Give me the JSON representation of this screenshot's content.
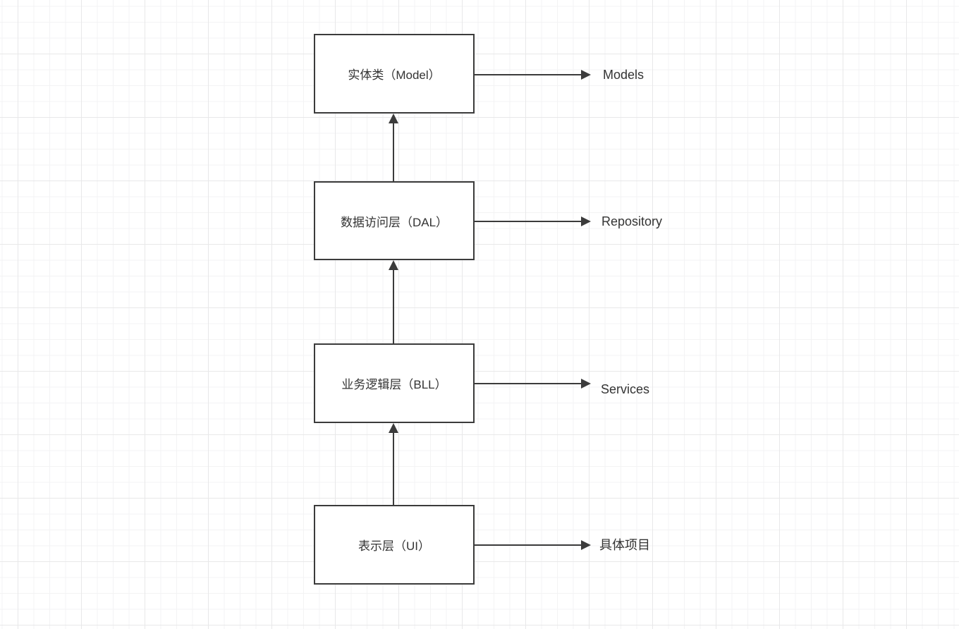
{
  "canvas": {
    "background": "#ffffff",
    "grid_minor_color": "#f3f3f4",
    "grid_major_color": "#e8e8e9",
    "stroke_color": "#3b3b3b",
    "text_color": "#333333"
  },
  "diagram": {
    "nodes": [
      {
        "id": "model",
        "label": "实体类（Model）",
        "annotation": "Models"
      },
      {
        "id": "dal",
        "label": "数据访问层（DAL）",
        "annotation": "Repository"
      },
      {
        "id": "bll",
        "label": "业务逻辑层（BLL）",
        "annotation": "Services"
      },
      {
        "id": "ui",
        "label": "表示层（UI）",
        "annotation": "具体项目"
      }
    ],
    "edges": [
      {
        "from": "ui",
        "to": "bll",
        "direction": "up"
      },
      {
        "from": "bll",
        "to": "dal",
        "direction": "up"
      },
      {
        "from": "dal",
        "to": "model",
        "direction": "up"
      },
      {
        "from": "model",
        "to": "label-models",
        "direction": "right"
      },
      {
        "from": "dal",
        "to": "label-repository",
        "direction": "right"
      },
      {
        "from": "bll",
        "to": "label-services",
        "direction": "right"
      },
      {
        "from": "ui",
        "to": "label-project",
        "direction": "right"
      }
    ]
  }
}
